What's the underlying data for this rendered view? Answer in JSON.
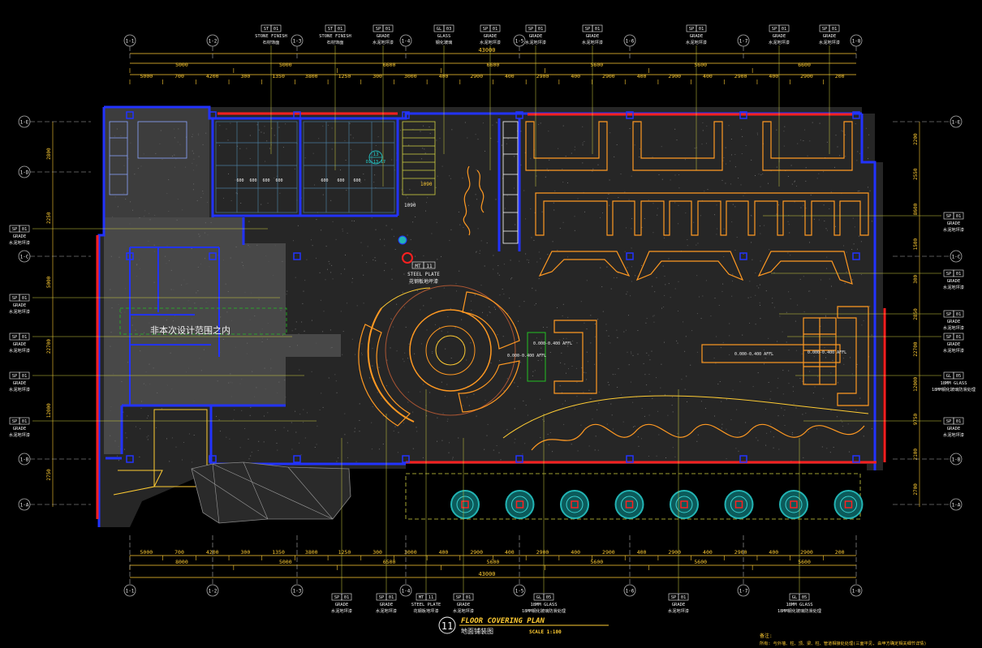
{
  "drawing": {
    "colors": {
      "background": "#000000",
      "wall": "#2233ff",
      "glass": "#ff2020",
      "furniture": "#ff9922",
      "dimension": "#ffcc33",
      "grid": "#b0b0b0",
      "tag": "#f0f0f0",
      "floor": "#2a2a2a",
      "excluded": "#4a4a4a",
      "hatch": "#22c022",
      "planter": "#22b4b4",
      "leader": "#cfcf40"
    },
    "top_grid_labels": [
      "1-1",
      "1-2",
      "1-3",
      "1-4",
      "1-5",
      "1-6",
      "1-7",
      "1-8"
    ],
    "bottom_grid_labels": [
      "1-1",
      "1-2",
      "1-3",
      "1-4",
      "1-5",
      "1-6",
      "1-7",
      "1-8"
    ],
    "left_grid_labels": [
      "1-E",
      "1-D",
      "1-C",
      "1-B",
      "1-A"
    ],
    "right_grid_labels": [
      "1-E",
      "1-C",
      "1-B",
      "1-A"
    ],
    "top_dims_row1": [
      "5000",
      "5000",
      "6600",
      "6600",
      "5600",
      "5600",
      "6600"
    ],
    "top_dims_row2": [
      "5000",
      "700",
      "4200",
      "300",
      "1350",
      "3800",
      "1250",
      "300",
      "3000",
      "400",
      "2900",
      "400",
      "2900",
      "400",
      "2900",
      "400",
      "2900",
      "400",
      "2900",
      "400",
      "2900",
      "200"
    ],
    "top_overall": "43000",
    "bottom_dims_row1": [
      "5000",
      "700",
      "4200",
      "300",
      "1350",
      "3800",
      "1250",
      "300",
      "3000",
      "400",
      "2900",
      "400",
      "2900",
      "400",
      "2900",
      "400",
      "2900",
      "400",
      "2900",
      "400",
      "2900",
      "200"
    ],
    "bottom_dims_row2": [
      "8000",
      "5000",
      "6500",
      "5600",
      "5600",
      "5600",
      "5600"
    ],
    "bottom_overall": "43000",
    "left_dims": [
      "2800",
      "2250",
      "5000",
      "22700",
      "12000",
      "2750"
    ],
    "right_dims": [
      "2200",
      "2550",
      "8600",
      "1500",
      "300",
      "2850",
      "22700",
      "12000",
      "9750",
      "2100",
      "2700"
    ],
    "top_tags": [
      {
        "code": "ST",
        "num": "01",
        "title": "STONE FINISH",
        "sub": "石材饰面"
      },
      {
        "code": "ST",
        "num": "01",
        "title": "STONE FINISH",
        "sub": "石材饰面"
      },
      {
        "code": "SP",
        "num": "01",
        "title": "GRADE",
        "sub": "水泥地坪漆"
      },
      {
        "code": "GL",
        "num": "03",
        "title": "GLASS",
        "sub": "钢化玻璃"
      },
      {
        "code": "SP",
        "num": "01",
        "title": "GRADE",
        "sub": "水泥地坪漆"
      },
      {
        "code": "SP",
        "num": "01",
        "title": "GRADE",
        "sub": "水泥地坪漆"
      },
      {
        "code": "SP",
        "num": "01",
        "title": "GRADE",
        "sub": "水泥地坪漆"
      },
      {
        "code": "SP",
        "num": "01",
        "title": "GRADE",
        "sub": "水泥地坪漆"
      },
      {
        "code": "SP",
        "num": "01",
        "title": "GRADE",
        "sub": "水泥地坪漆"
      },
      {
        "code": "SP",
        "num": "01",
        "title": "GRADE",
        "sub": "水泥地坪漆"
      }
    ],
    "bottom_tags": [
      {
        "code": "SP",
        "num": "01",
        "title": "GRADE",
        "sub": "水泥地坪漆"
      },
      {
        "code": "SP",
        "num": "01",
        "title": "GRADE",
        "sub": "水泥地坪漆"
      },
      {
        "code": "MT",
        "num": "11",
        "title": "STEEL PLATE",
        "sub": "花钢板地坪漆"
      },
      {
        "code": "SP",
        "num": "01",
        "title": "GRADE",
        "sub": "水泥地坪漆"
      },
      {
        "code": "GL",
        "num": "05",
        "title": "18MM GLASS",
        "sub": "18MM钢化玻璃防滑处理"
      },
      {
        "code": "SP",
        "num": "01",
        "title": "GRADE",
        "sub": "水泥地坪漆"
      },
      {
        "code": "GL",
        "num": "05",
        "title": "18MM GLASS",
        "sub": "18MM钢化玻璃防滑处理"
      }
    ],
    "left_tags": [
      {
        "code": "SP",
        "num": "01",
        "title": "GRADE",
        "sub": "水泥地坪漆"
      },
      {
        "code": "SP",
        "num": "01",
        "title": "GRADE",
        "sub": "水泥地坪漆"
      },
      {
        "code": "SP",
        "num": "01",
        "title": "GRADE",
        "sub": "水泥地坪漆"
      },
      {
        "code": "SP",
        "num": "01",
        "title": "GRADE",
        "sub": "水泥地坪漆"
      },
      {
        "code": "SP",
        "num": "01",
        "title": "GRADE",
        "sub": "水泥地坪漆"
      }
    ],
    "right_tags": [
      {
        "code": "SP",
        "num": "01",
        "title": "GRADE",
        "sub": "水泥地坪漆"
      },
      {
        "code": "SP",
        "num": "01",
        "title": "GRADE",
        "sub": "水泥地坪漆"
      },
      {
        "code": "SP",
        "num": "01",
        "title": "GRADE",
        "sub": "水泥地坪漆"
      },
      {
        "code": "SP",
        "num": "01",
        "title": "GRADE",
        "sub": "水泥地坪漆"
      },
      {
        "code": "GL",
        "num": "05",
        "title": "18MM GLASS",
        "sub": "18MM钢化玻璃防滑处理"
      },
      {
        "code": "SP",
        "num": "01",
        "title": "GRADE",
        "sub": "水泥地坪漆"
      }
    ],
    "excluded_area_label": "非本次设计范围之内",
    "steel_plate_tag": {
      "code": "MT",
      "num": "11",
      "title": "STEEL PLATE",
      "sub": "花钢板地坪漆"
    },
    "section_marker": {
      "num": "13",
      "ref": "D1-13-17"
    },
    "tile_dims": [
      "600",
      "600",
      "600",
      "600",
      "600",
      "600",
      "600"
    ],
    "level_notes": [
      "0.000-0.400 AFFL",
      "0.000-0.400 AFFL",
      "0.000-0.400 AFFL",
      "0.000-0.400 AFFL"
    ],
    "stair_dims": [
      "1090",
      "1090"
    ],
    "title_block": {
      "number": "11",
      "title_en": "FLOOR COVERING PLAN",
      "title_cn": "地面铺装图",
      "scale": "SCALE 1:100"
    },
    "notes": {
      "heading": "备注:",
      "body": "所有: 与外墙、柱、顶、梁、柱、管道相接处处理(三面平见, 由甲方确定相关细节详情)"
    },
    "planter_count": 8
  }
}
